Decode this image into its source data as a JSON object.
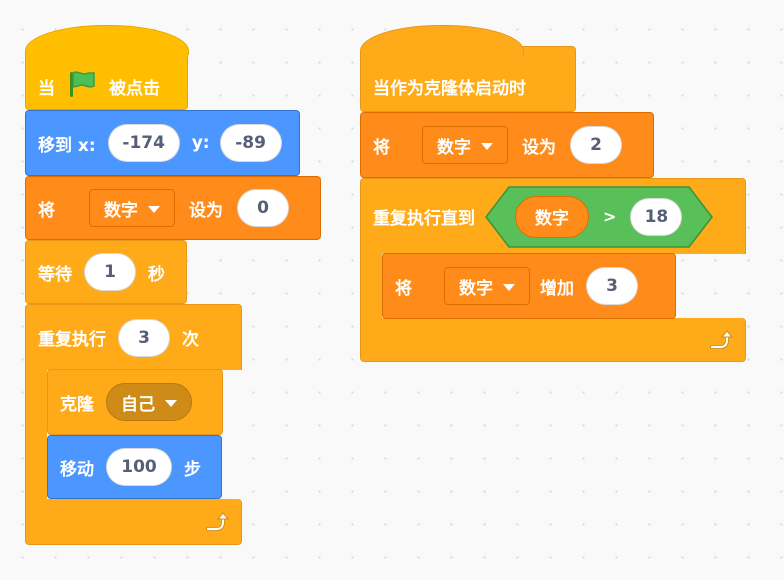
{
  "script1": {
    "hat": {
      "when": "当",
      "flag_icon": "green-flag-icon",
      "clicked": "被点击"
    },
    "goto": {
      "label": "移到 x:",
      "x": "-174",
      "y_label": "y:",
      "y": "-89"
    },
    "set_var": {
      "label": "将",
      "var": "数字",
      "to": "设为",
      "value": "0"
    },
    "wait": {
      "label": "等待",
      "value": "1",
      "unit": "秒"
    },
    "repeat": {
      "label": "重复执行",
      "count": "3",
      "times": "次"
    },
    "clone": {
      "label": "克隆",
      "target": "自己"
    },
    "move": {
      "label": "移动",
      "steps": "100",
      "unit": "步"
    }
  },
  "script2": {
    "hat": {
      "label": "当作为克隆体启动时"
    },
    "set_var": {
      "label": "将",
      "var": "数字",
      "to": "设为",
      "value": "2"
    },
    "repeat_until": {
      "label": "重复执行直到",
      "reporter": "数字",
      "op": ">",
      "value": "18"
    },
    "change_var": {
      "label": "将",
      "var": "数字",
      "by": "增加",
      "value": "3"
    }
  },
  "colors": {
    "events": "#FFBF00",
    "control": "#FFAB19",
    "motion": "#4C97FF",
    "variables": "#FF8C1A",
    "operators": "#59C059"
  }
}
